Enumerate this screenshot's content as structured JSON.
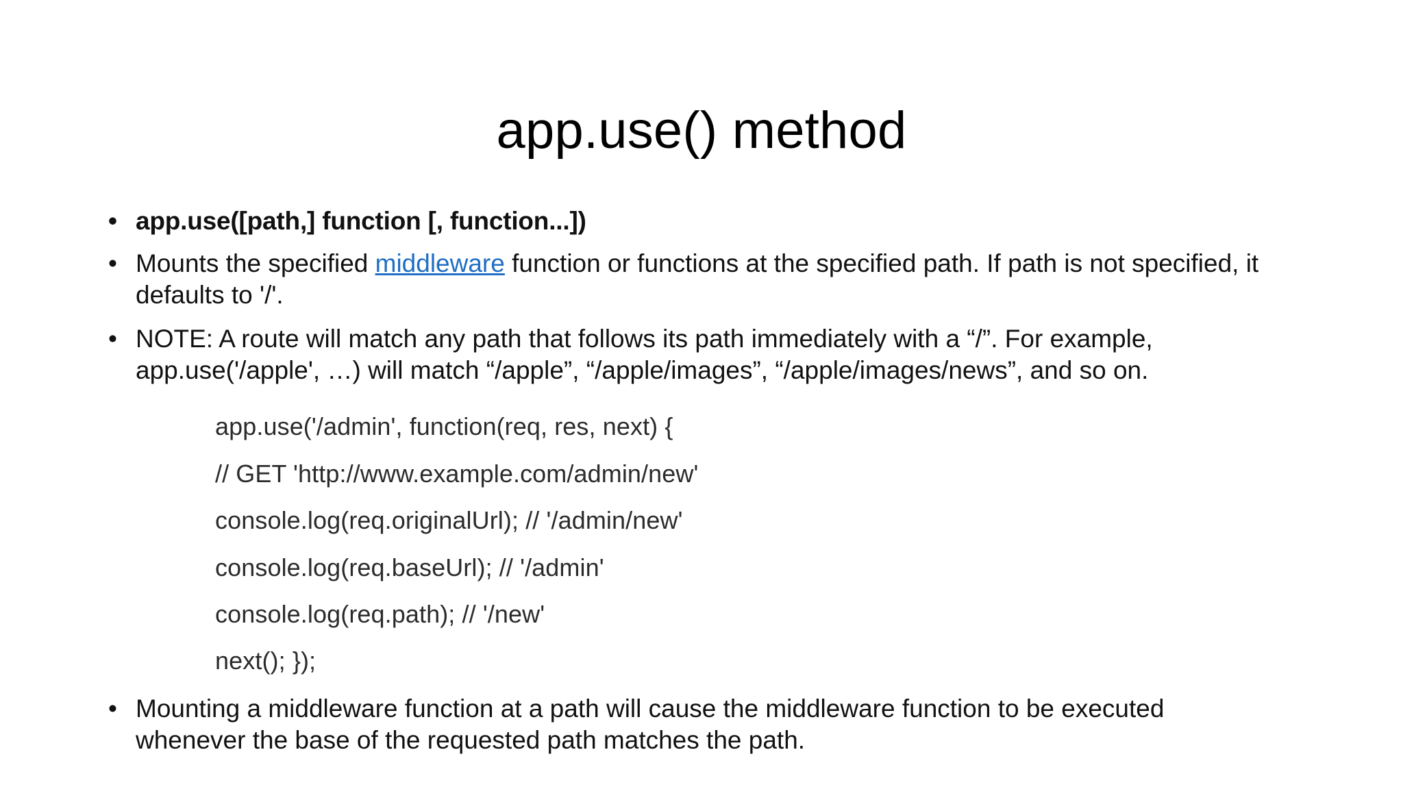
{
  "slide": {
    "title": "app.use() method",
    "background_color": "#ffffff",
    "text_color": "#111111",
    "code_text_color": "#2b2b2b",
    "link_color": "#1F6FC4",
    "bullet_glyph": "•"
  },
  "bullets": {
    "signature": "app.use([path,] function [, function...])",
    "mounts_part1": "Mounts the specified ",
    "mounts_link": "middleware",
    "mounts_part2": " function or functions at the specified path. If path is not specified, it defaults to '/'.",
    "note": "NOTE: A route will match any path that follows its path immediately with a “/”. For example, app.use('/apple', …) will match “/apple”, “/apple/images”, “/apple/images/news”, and so on.",
    "mounting": "Mounting a middleware function at a path will cause the middleware function to be executed whenever the base of the requested path matches the path."
  },
  "code_lines": [
    "app.use('/admin', function(req, res, next) {",
    "// GET 'http://www.example.com/admin/new'",
    "console.log(req.originalUrl); // '/admin/new'",
    "console.log(req.baseUrl); // '/admin'",
    "console.log(req.path); // '/new'",
    "next(); });"
  ]
}
